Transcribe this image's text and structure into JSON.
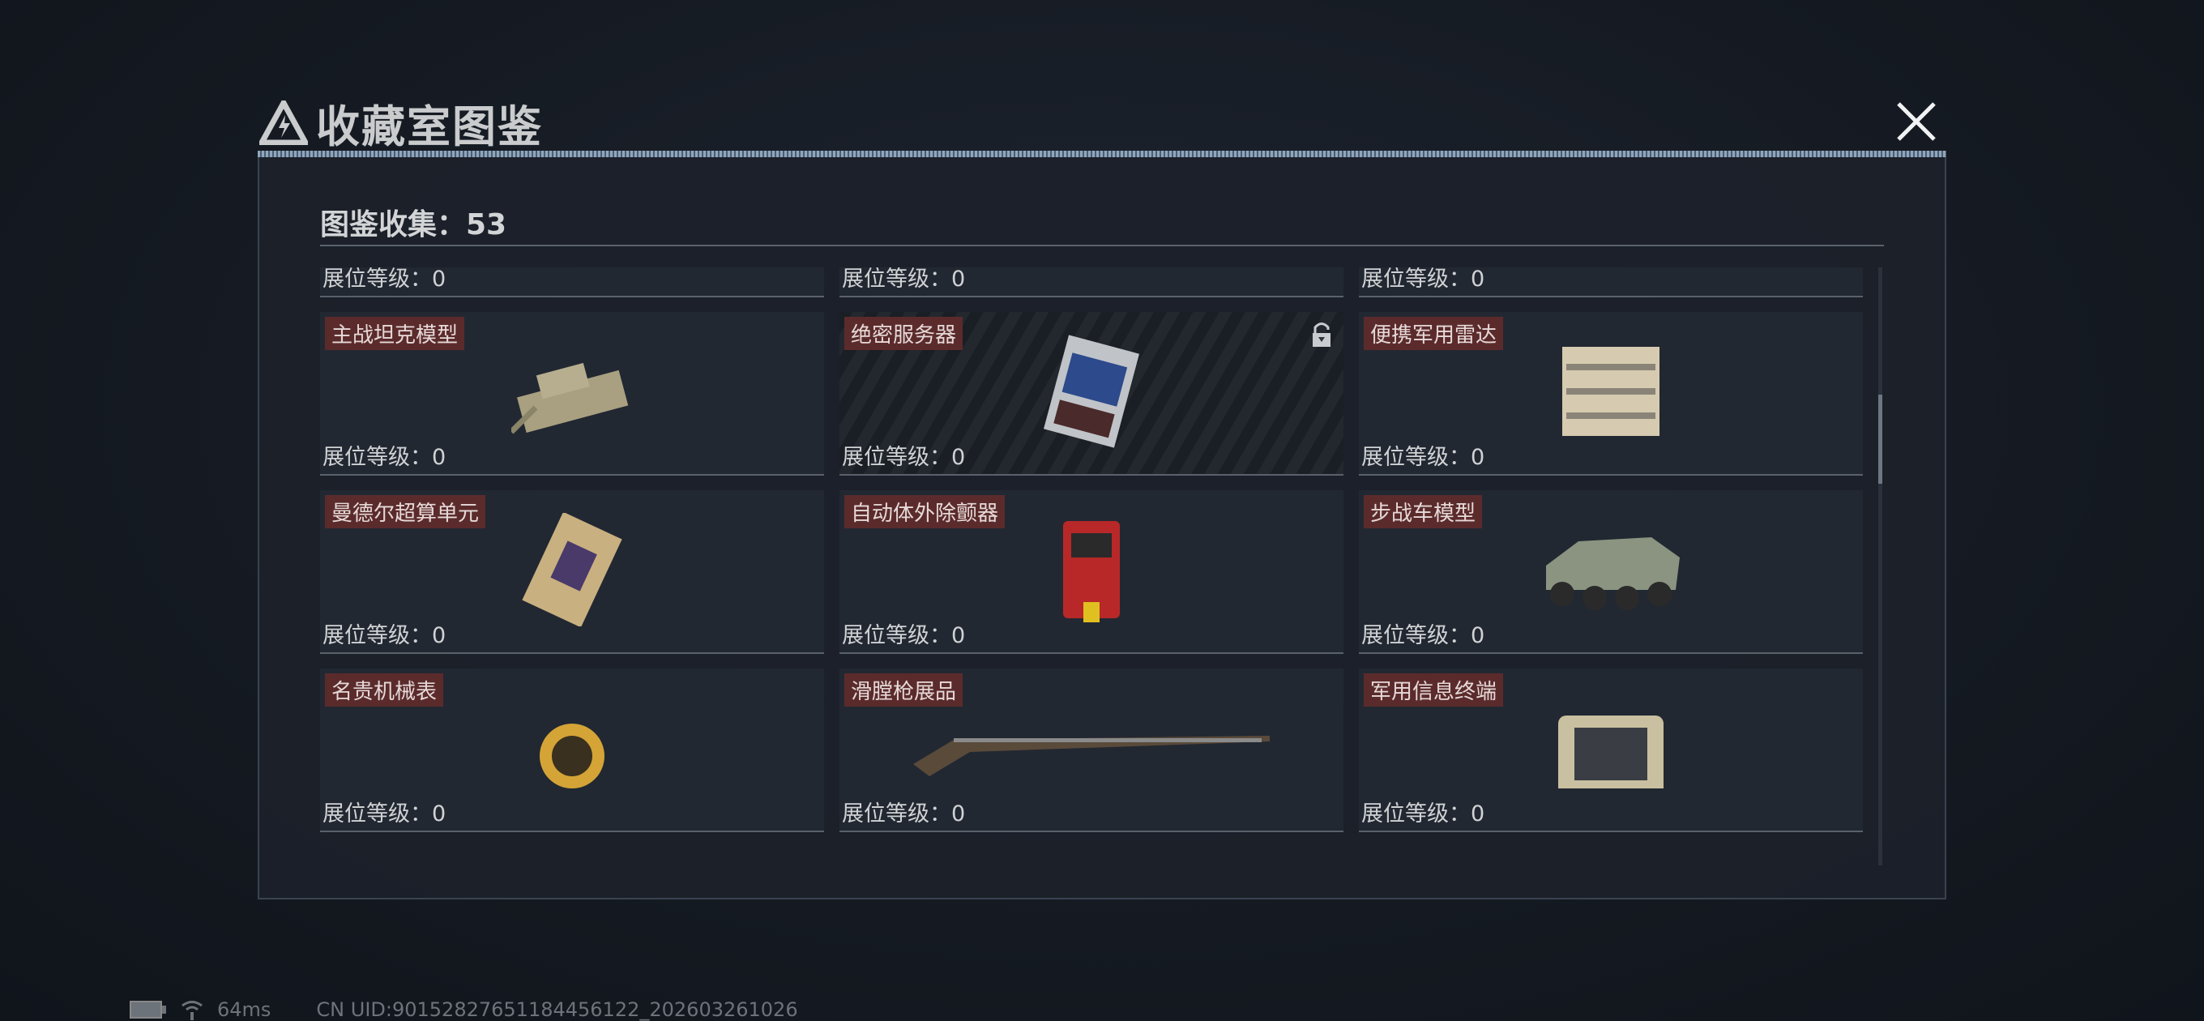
{
  "header": {
    "title": "收藏室图鉴",
    "logo_icon": "triangle-bolt-icon",
    "close_icon": "close-icon"
  },
  "collection": {
    "label": "图鉴收集：53"
  },
  "level_label": "展位等级：0",
  "items": [
    {
      "name": "",
      "level": "展位等级：0",
      "image": "satellite-dish",
      "locked": false
    },
    {
      "name": "",
      "level": "展位等级：0",
      "image": "radio-device",
      "locked": false
    },
    {
      "name": "",
      "level": "展位等级：0",
      "image": "golden-deer",
      "locked": false
    },
    {
      "name": "主战坦克模型",
      "level": "展位等级：0",
      "image": "tank",
      "locked": false
    },
    {
      "name": "绝密服务器",
      "level": "展位等级：0",
      "image": "server",
      "locked": true
    },
    {
      "name": "便携军用雷达",
      "level": "展位等级：0",
      "image": "radar",
      "locked": false
    },
    {
      "name": "曼德尔超算单元",
      "level": "展位等级：0",
      "image": "compute-unit",
      "locked": false
    },
    {
      "name": "自动体外除颤器",
      "level": "展位等级：0",
      "image": "defibrillator",
      "locked": false
    },
    {
      "name": "步战车模型",
      "level": "展位等级：0",
      "image": "ifv",
      "locked": false
    },
    {
      "name": "名贵机械表",
      "level": "展位等级：0",
      "image": "watch",
      "locked": false
    },
    {
      "name": "滑膛枪展品",
      "level": "展位等级：0",
      "image": "musket",
      "locked": false
    },
    {
      "name": "军用信息终端",
      "level": "展位等级：0",
      "image": "terminal",
      "locked": false
    }
  ],
  "status": {
    "ping": "64ms",
    "uid": "CN UID:90152827651184456122_202603261026",
    "battery_icon": "battery-icon",
    "wifi_icon": "wifi-icon"
  },
  "colors": {
    "tag_bg": "#5b2b2c",
    "panel_bg": "#1c212a"
  }
}
